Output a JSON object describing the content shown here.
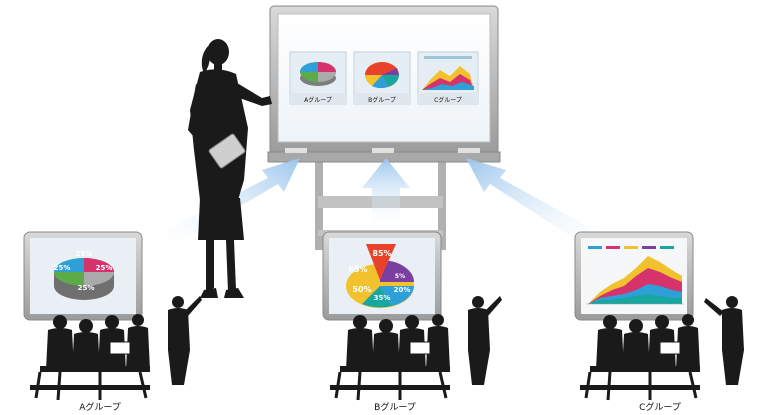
{
  "main_board": {
    "tiles": [
      {
        "label": "Aグループ"
      },
      {
        "label": "Bグループ"
      },
      {
        "label": "Cグループ"
      }
    ]
  },
  "groups": [
    {
      "caption": "Aグループ",
      "chart": "pie",
      "slice_labels": [
        "25%",
        "25%",
        "25%",
        "25%"
      ]
    },
    {
      "caption": "Bグループ",
      "chart": "pie",
      "slice_labels": [
        "85%",
        "65%",
        "5%",
        "50%",
        "20%",
        "35%"
      ]
    },
    {
      "caption": "Cグループ",
      "chart": "area"
    }
  ],
  "colors": {
    "silhouette": "#1a1a1a",
    "arrow": "#a8cdee",
    "frame": "#9a9a9a",
    "pie_green": "#6ab04c",
    "pie_pink": "#d6336c",
    "pie_blue": "#2f9fd8",
    "pie_gray": "#9e9e9e",
    "pie_red": "#e8432a",
    "pie_yellow": "#f2c12e",
    "pie_purple": "#7a3fa0",
    "pie_teal": "#18a6a0"
  }
}
